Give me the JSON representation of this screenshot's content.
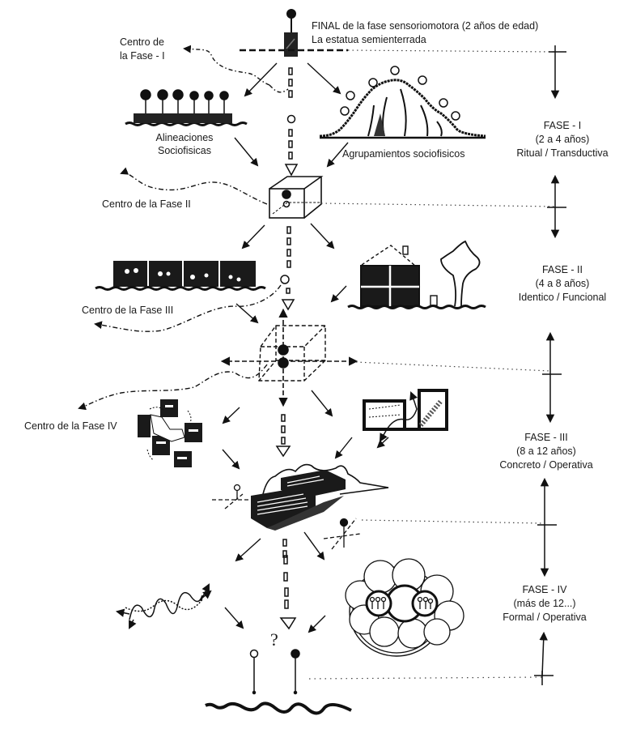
{
  "header": {
    "line1": "FINAL de la fase sensoriomotora (2 años de edad)",
    "line2": "La estatua semienterrada"
  },
  "centers": {
    "fase1": {
      "line1": "Centro de",
      "line2": "la Fase - I"
    },
    "fase2": "Centro de la Fase II",
    "fase3": "Centro de la Fase III",
    "fase4": "Centro de la Fase IV"
  },
  "drawings": {
    "alineaciones": {
      "line1": "Alineaciones",
      "line2": "Sociofisicas"
    },
    "agrupamientos": "Agrupamientos sociofisicos"
  },
  "phases": [
    {
      "name": "FASE - I",
      "ages": "(2 a 4 años)",
      "type": "Ritual / Transductiva"
    },
    {
      "name": "FASE - II",
      "ages": "(4 a 8 años)",
      "type": "Identico / Funcional"
    },
    {
      "name": "FASE - III",
      "ages": "(8 a 12 años)",
      "type": "Concreto / Operativa"
    },
    {
      "name": "FASE - IV",
      "ages": "(más de 12...)",
      "type": "Formal / Operativa"
    }
  ],
  "bottom": {
    "question_mark": "?"
  }
}
